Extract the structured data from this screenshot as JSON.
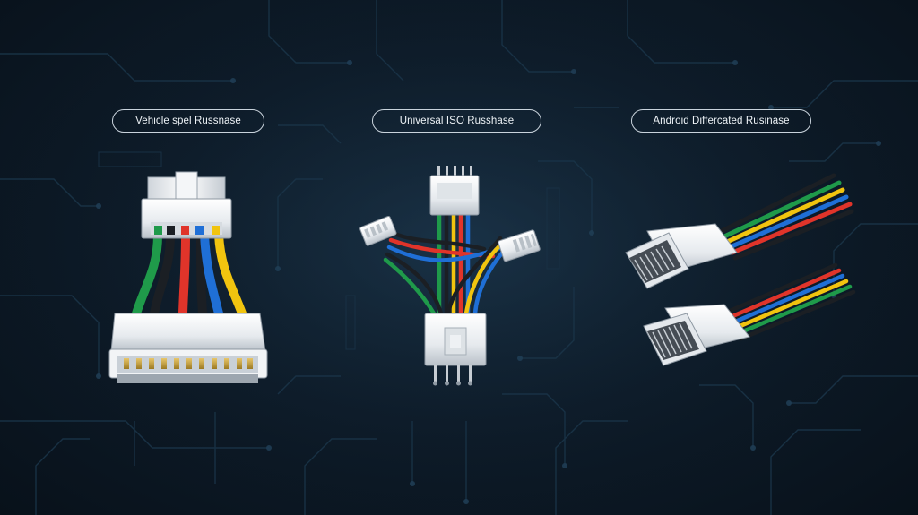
{
  "labels": {
    "vehicle_specific": "Vehicle spel Russnase",
    "universal_iso": "Universal ISO Russhase",
    "android_dedicated": "Android Differcated Rusinase"
  },
  "colors": {
    "background": "#0e1c2a",
    "connector_body": "#eef1f4",
    "wire_green": "#1f9a4a",
    "wire_black": "#1b1f24",
    "wire_red": "#e0342a",
    "wire_blue": "#1f6fd6",
    "wire_yellow": "#f1c40f",
    "pill_border": "#c9d3dc"
  },
  "harnesses": [
    {
      "id": "vehicle-specific-harness",
      "wires": [
        "green",
        "black",
        "red",
        "black",
        "blue",
        "yellow"
      ]
    },
    {
      "id": "universal-iso-harness",
      "wires": [
        "green",
        "black",
        "yellow",
        "red",
        "blue"
      ]
    },
    {
      "id": "android-dedicated-harness",
      "wires": [
        "black",
        "green",
        "yellow",
        "blue",
        "red"
      ]
    }
  ]
}
